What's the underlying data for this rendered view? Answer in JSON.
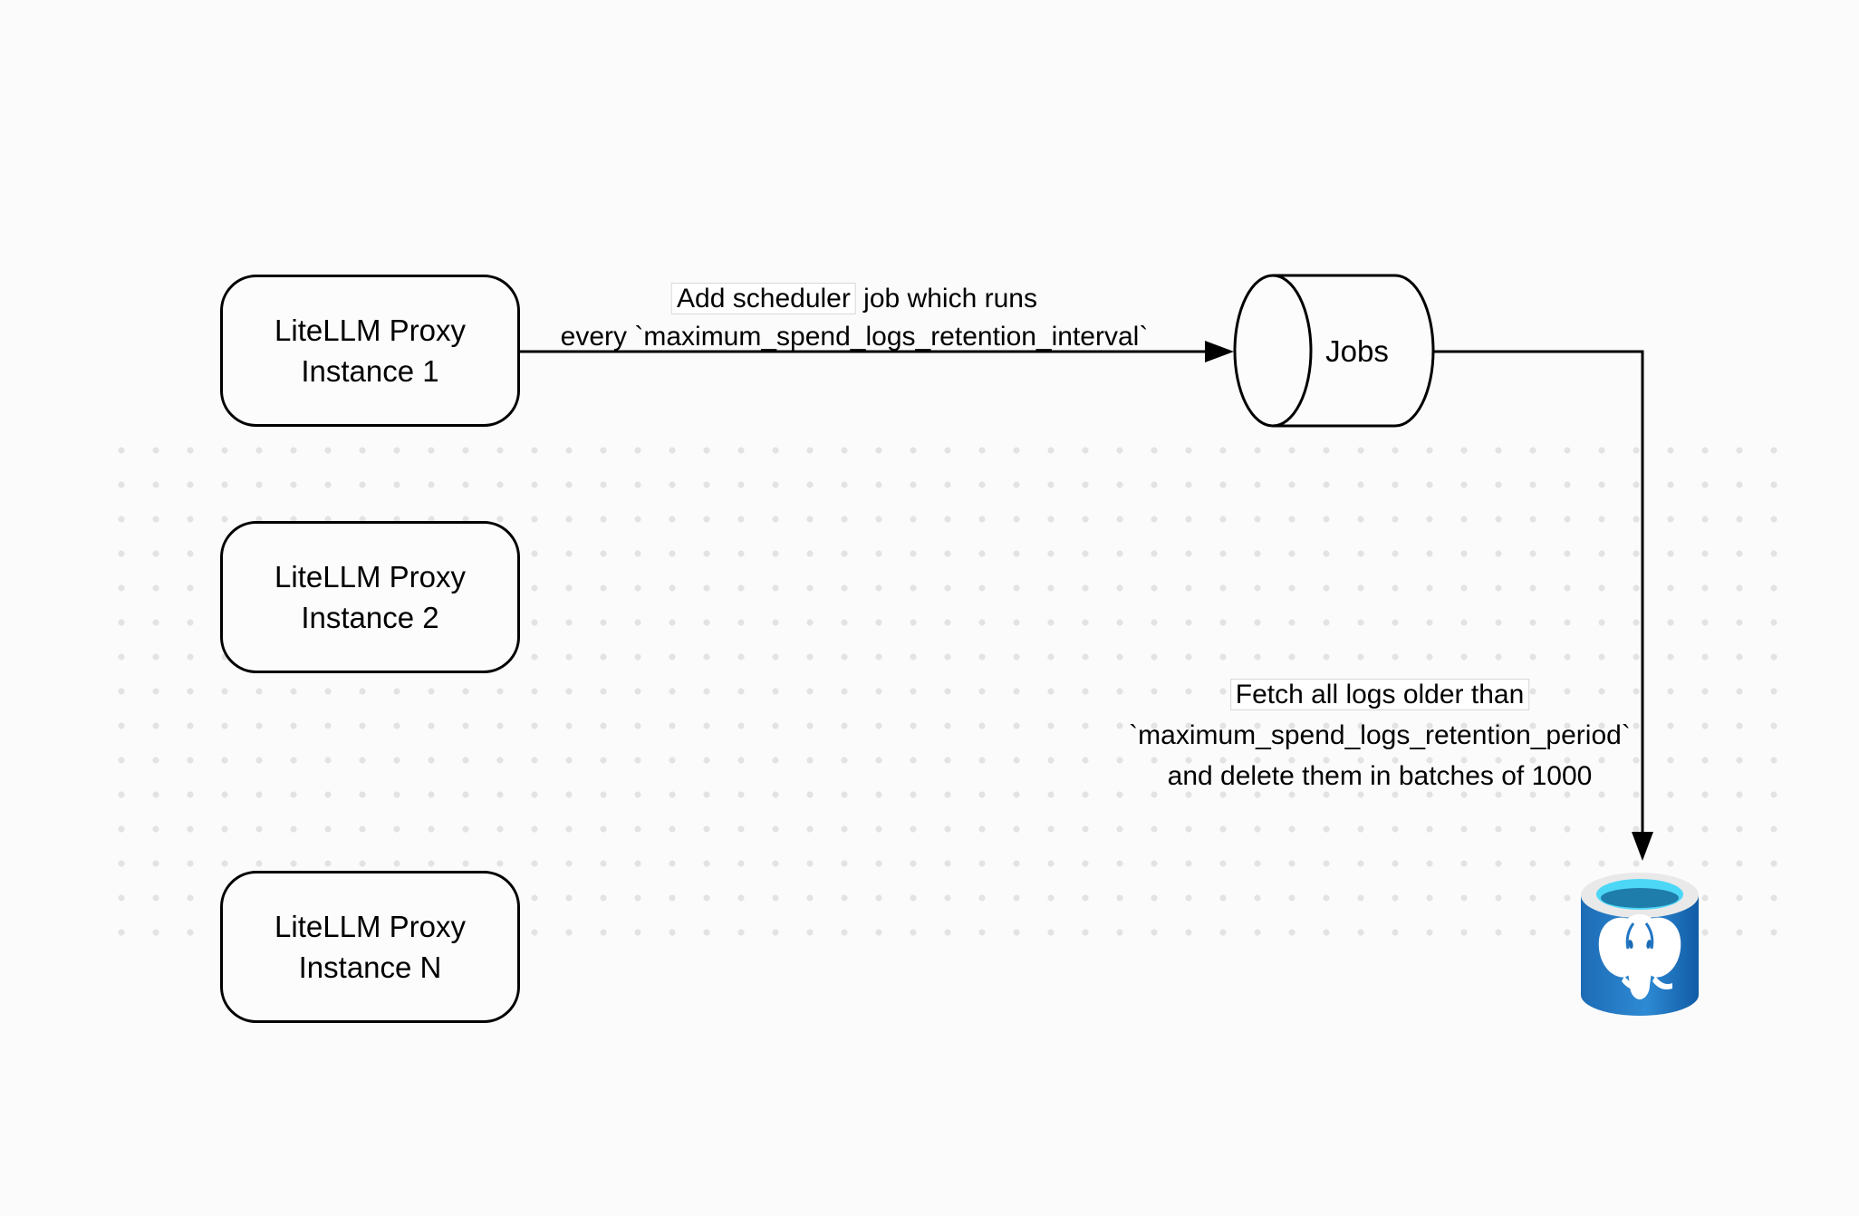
{
  "diagram": {
    "background_color": "#fbfbfb",
    "dot_color": "#e3e3e3",
    "stroke_color": "#000000",
    "nodes": {
      "proxy_instance_1": {
        "line1": "LiteLLM Proxy",
        "line2": "Instance 1"
      },
      "proxy_instance_2": {
        "line1": "LiteLLM Proxy",
        "line2": "Instance 2"
      },
      "proxy_instance_n": {
        "line1": "LiteLLM Proxy",
        "line2": "Instance N"
      },
      "jobs_queue": {
        "label": "Jobs"
      },
      "postgres_db": {
        "icon": "postgresql-database-icon",
        "body_color": "#2276c4",
        "top_fill_color": "#4dd7f7",
        "top_depth_color": "#1f7dab",
        "rim_color": "#e9e9e9"
      }
    },
    "edges": {
      "add_scheduler": {
        "line1_boxed": "Add scheduler",
        "line1_rest": " job which runs",
        "line2": "every `maximum_spend_logs_retention_interval`"
      },
      "fetch_delete": {
        "line1": "Fetch all logs older than",
        "line2": "`maximum_spend_logs_retention_period`",
        "line3": "and delete them in batches of 1000"
      }
    }
  }
}
